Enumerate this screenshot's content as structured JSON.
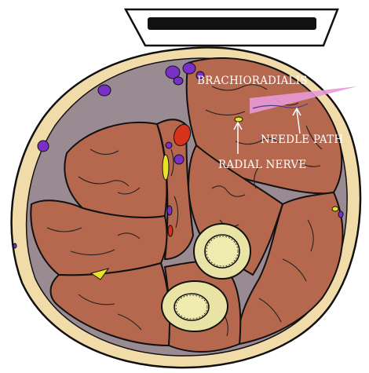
{
  "labels": {
    "brachioradialis": "BRACHIORADIALIS",
    "needle_path": "NEEDLE PATH",
    "radial_nerve": "RADIAL NERVE"
  },
  "colors": {
    "skin": "#f1dba8",
    "fascia": "#9a8a92",
    "muscle": "#b5684e",
    "vein": "#7a2fc8",
    "artery": "#d6321c",
    "nerve": "#e8e32a",
    "bone_ring": "#e9e4a6",
    "marrow": "#f0ecb0",
    "needle": "#e89ad8",
    "outline": "#111111"
  },
  "icons": {
    "probe": "ultrasound-probe-icon"
  }
}
